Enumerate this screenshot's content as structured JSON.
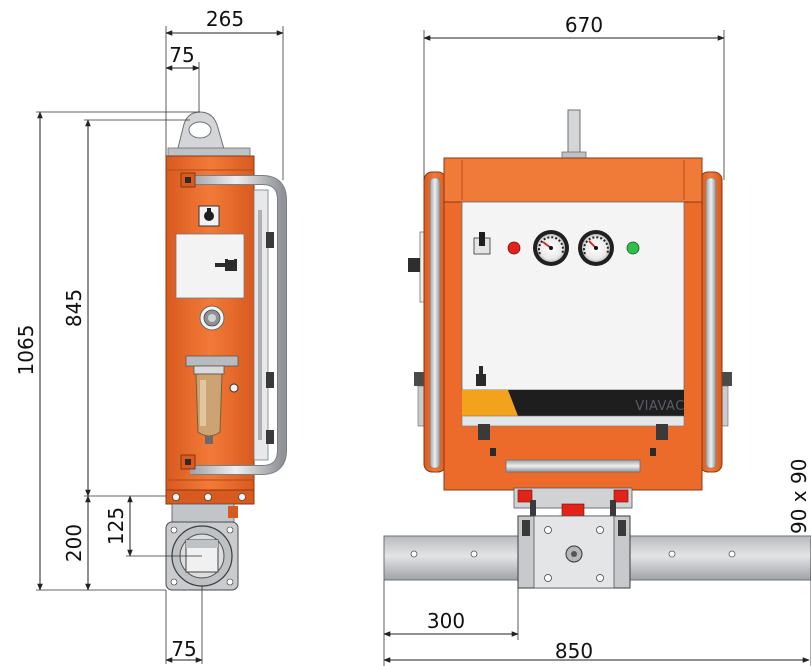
{
  "colors": {
    "orange": "#ec6a2a",
    "orange_dark": "#c9531a",
    "panel": "#f1f1f1",
    "steel": "#c9cbcd",
    "steel_dark": "#8d9094",
    "black": "#1c1c1c",
    "led_red": "#e2231a",
    "led_green": "#2fbf4a",
    "brand_yellow": "#f2a31b"
  },
  "dimensions": {
    "side_width": "265",
    "side_lug_offset": "75",
    "side_total_height": "1065",
    "side_body_height": "845",
    "side_lower_height": "200",
    "side_beam_height": "125",
    "side_bottom_offset": "75",
    "front_width": "670",
    "beam_offset": "300",
    "beam_length": "850",
    "beam_section": "90 x 90"
  },
  "brand": {
    "logo": "VIAVAC"
  },
  "icons": {
    "side_switch": "toggle-switch-icon",
    "side_lever": "lever-icon",
    "side_port": "vacuum-port-icon",
    "side_filter": "filter-icon",
    "front_switch": "toggle-switch-icon",
    "front_gauge_left": "pressure-gauge-icon",
    "front_gauge_right": "pressure-gauge-icon",
    "front_led_red": "status-led-icon",
    "front_led_green": "status-led-icon"
  }
}
